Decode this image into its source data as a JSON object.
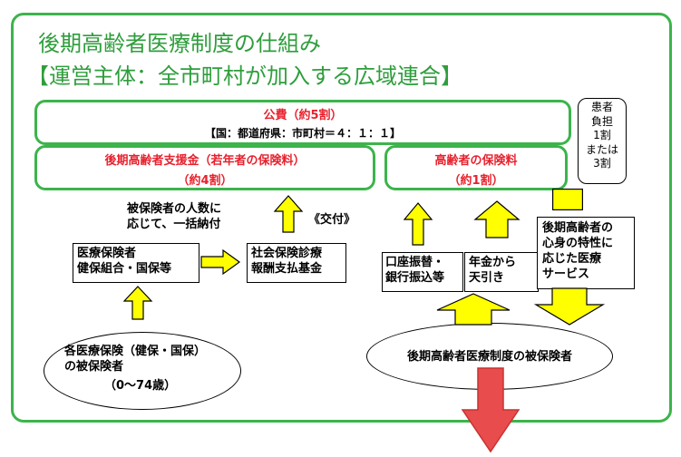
{
  "title": {
    "line1": "後期高齢者医療制度の仕組み",
    "line2": "【運営主体：全市町村が加入する広域連合】"
  },
  "public_funds": {
    "label": "公費（約5割）",
    "ratio": "【国：都道府県：市町村＝４：１：１】"
  },
  "patient_share": {
    "line1": "患者",
    "line2": "負担",
    "line3": "1割",
    "line4": "または",
    "line5": "3割"
  },
  "support_fund": {
    "line1": "後期高齢者支援金（若年者の保険料）",
    "line2": "（約4割）"
  },
  "elderly_premium": {
    "line1": "高齢者の保険料",
    "line2": "（約1割）"
  },
  "lump_sum_note": {
    "line1": "被保険者の人数に",
    "line2": "応じて、一括納付"
  },
  "grant_label": "《交付》",
  "insurers": {
    "line1": "医療保険者",
    "line2": "健保組合・国保等"
  },
  "fund_org": {
    "line1": "社会保険診療",
    "line2": "報酬支払基金"
  },
  "account_transfer": {
    "line1": "口座振替・",
    "line2": "銀行振込等"
  },
  "pension_deduction": {
    "line1": "年金から",
    "line2": "天引き"
  },
  "medical_services": {
    "line1": "後期高齢者の",
    "line2": "心身の特性に",
    "line3": "応じた医療",
    "line4": "サービス"
  },
  "young_insured": {
    "line1": "各医療保険（健保・国保）",
    "line2": "の被保険者",
    "line3": "（0～74歳）"
  },
  "elderly_insured": "後期高齢者医療制度の被保険者",
  "colors": {
    "green": "#3cb44b",
    "red_text": "#e8212d",
    "yellow": "#ffff00",
    "red_arrow": "#e84c4c"
  }
}
